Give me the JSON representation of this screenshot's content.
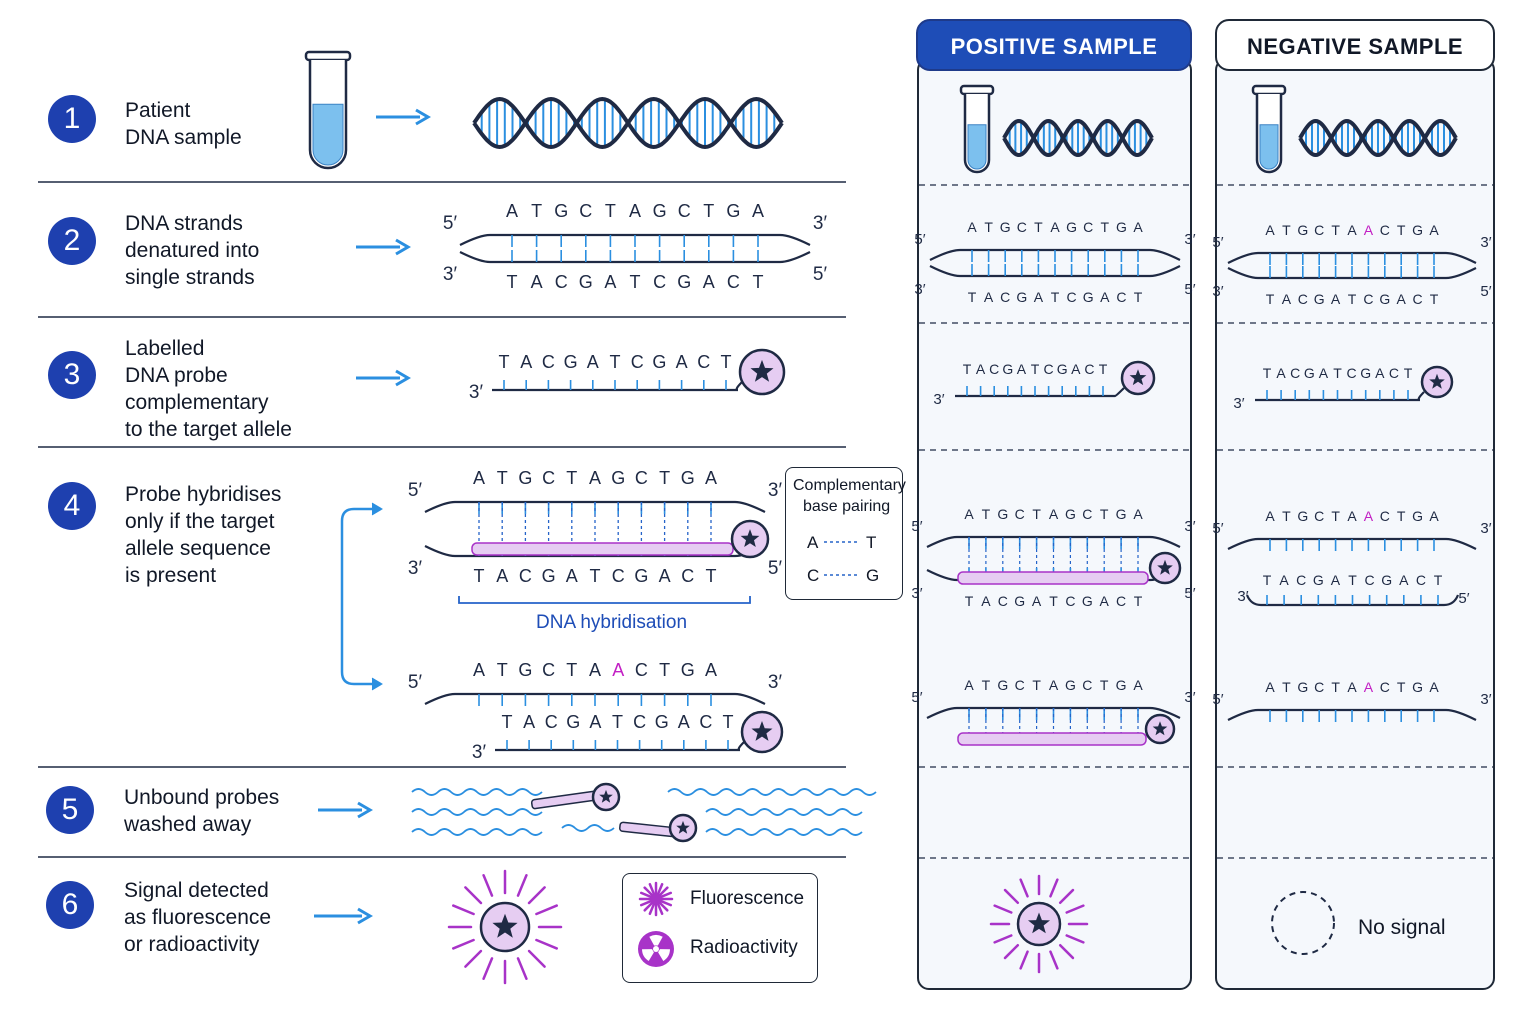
{
  "steps": [
    {
      "number": "1",
      "lines": [
        "Patient",
        "DNA sample"
      ]
    },
    {
      "number": "2",
      "lines": [
        "DNA strands",
        "denatured into",
        "single strands"
      ]
    },
    {
      "number": "3",
      "lines": [
        "Labelled",
        "DNA probe",
        "complementary",
        "to the target allele"
      ]
    },
    {
      "number": "4",
      "lines": [
        "Probe hybridises",
        "only if the target",
        "allele sequence",
        "is present"
      ]
    },
    {
      "number": "5",
      "lines": [
        "Unbound probes",
        "washed away"
      ]
    },
    {
      "number": "6",
      "lines": [
        "Signal detected",
        "as fluorescence",
        "or radioactivity"
      ]
    }
  ],
  "columns": {
    "positive": "POSITIVE SAMPLE",
    "negative": "NEGATIVE SAMPLE"
  },
  "sequences": {
    "target": [
      "A",
      "T",
      "G",
      "C",
      "T",
      "A",
      "G",
      "C",
      "T",
      "G",
      "A"
    ],
    "complement": [
      "T",
      "A",
      "C",
      "G",
      "A",
      "T",
      "C",
      "G",
      "A",
      "C",
      "T"
    ],
    "mutant": [
      "A",
      "T",
      "G",
      "C",
      "T",
      "A",
      "A",
      "C",
      "T",
      "G",
      "A"
    ],
    "mutant_index": 6
  },
  "ends": {
    "five": "5′",
    "three": "3′"
  },
  "pairing_box": {
    "title_lines": [
      "Complementary",
      "base pairing"
    ],
    "pairs": [
      [
        "A",
        "T"
      ],
      [
        "C",
        "G"
      ]
    ]
  },
  "hybridisation_label": "DNA hybridisation",
  "legend": {
    "fluorescence": "Fluorescence",
    "radioactivity": "Radioactivity"
  },
  "no_signal": "No signal",
  "colors": {
    "navy": "#1e3a8a",
    "blue_badge": "#1e40af",
    "accent_blue": "#2b8fe0",
    "purple": "#a833c8",
    "probe_fill": "#e6cdf2",
    "strand": "#1f2a44",
    "mutation": "#c21fc4"
  },
  "icons": [
    "test-tube-icon",
    "dna-helix-icon",
    "arrow-right-icon",
    "star-label-icon",
    "fluorescence-icon",
    "radioactivity-icon"
  ]
}
